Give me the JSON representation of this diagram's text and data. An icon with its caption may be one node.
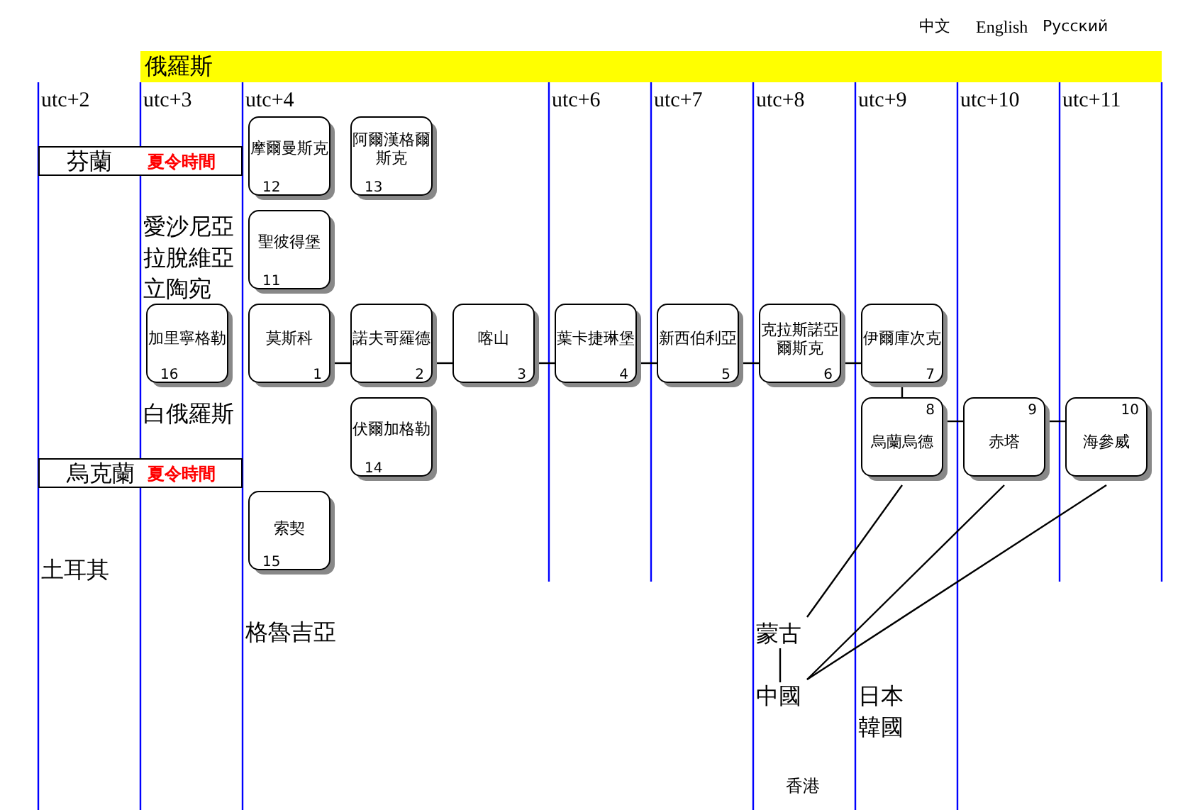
{
  "diagram": {
    "nodes": [
      {
        "text": [
          "莫斯科",
          "1"
        ]
      },
      {
        "text": [
          "諾夫哥羅德",
          "2"
        ]
      },
      {
        "text": [
          "喀山",
          "3"
        ]
      },
      {
        "text": [
          "葉卡捷琳堡",
          "4"
        ]
      },
      {
        "text": [
          "新西伯利亞",
          "5"
        ]
      },
      {
        "text": [
          "克拉斯諾亞爾斯克",
          "6"
        ]
      },
      {
        "text": [
          "伊爾庫次克",
          "7"
        ]
      },
      {
        "text": [
          "8",
          "烏蘭烏德"
        ]
      },
      {
        "text": [
          "9",
          "赤塔"
        ]
      },
      {
        "text": [
          "10",
          "海參威"
        ]
      },
      {
        "text": [
          "聖彼得堡",
          "11"
        ]
      },
      {
        "text": [
          "摩爾曼斯克",
          "12"
        ]
      },
      {
        "text": [
          "阿爾漢格爾斯克",
          "13"
        ]
      },
      {
        "text": [
          "伏爾加格勒",
          "14"
        ]
      },
      {
        "text": [
          "索契",
          "15"
        ]
      },
      {
        "text": [
          "加里寧格勒",
          "16"
        ]
      },
      {
        "text": [
          "俄羅斯"
        ]
      },
      {
        "text": [
          "芬蘭",
          "夏令時間"
        ]
      },
      {
        "text": [
          "烏克蘭",
          "夏令時間"
        ]
      },
      {
        "text": [
          "蒙古"
        ]
      },
      {
        "text": [
          "中國"
        ]
      }
    ],
    "edges": [
      {
        "from": 0,
        "to": 1,
        "arrow": "none"
      },
      {
        "from": 1,
        "to": 2,
        "arrow": "none"
      },
      {
        "from": 2,
        "to": 3,
        "arrow": "none"
      },
      {
        "from": 3,
        "to": 4,
        "arrow": "none"
      },
      {
        "from": 4,
        "to": 5,
        "arrow": "none"
      },
      {
        "from": 5,
        "to": 6,
        "arrow": "none"
      },
      {
        "from": 6,
        "to": 7,
        "arrow": "none"
      },
      {
        "from": 7,
        "to": 8,
        "arrow": "none"
      },
      {
        "from": 8,
        "to": 9,
        "arrow": "none"
      },
      {
        "from": 7,
        "to": 19,
        "arrow": "none"
      },
      {
        "from": 19,
        "to": 20,
        "arrow": "none"
      },
      {
        "from": 8,
        "to": 20,
        "arrow": "none"
      },
      {
        "from": 9,
        "to": 20,
        "arrow": "none"
      }
    ],
    "labels": [
      "中文",
      "English",
      "Русский",
      "utc+2",
      "utc+3",
      "utc+4",
      "utc+6",
      "utc+7",
      "utc+8",
      "utc+9",
      "utc+10",
      "utc+11",
      "愛沙尼亞",
      "拉脫維亞",
      "立陶宛",
      "白俄羅斯",
      "土耳其",
      "格魯吉亞",
      "日本",
      "韓國",
      "香港"
    ]
  }
}
